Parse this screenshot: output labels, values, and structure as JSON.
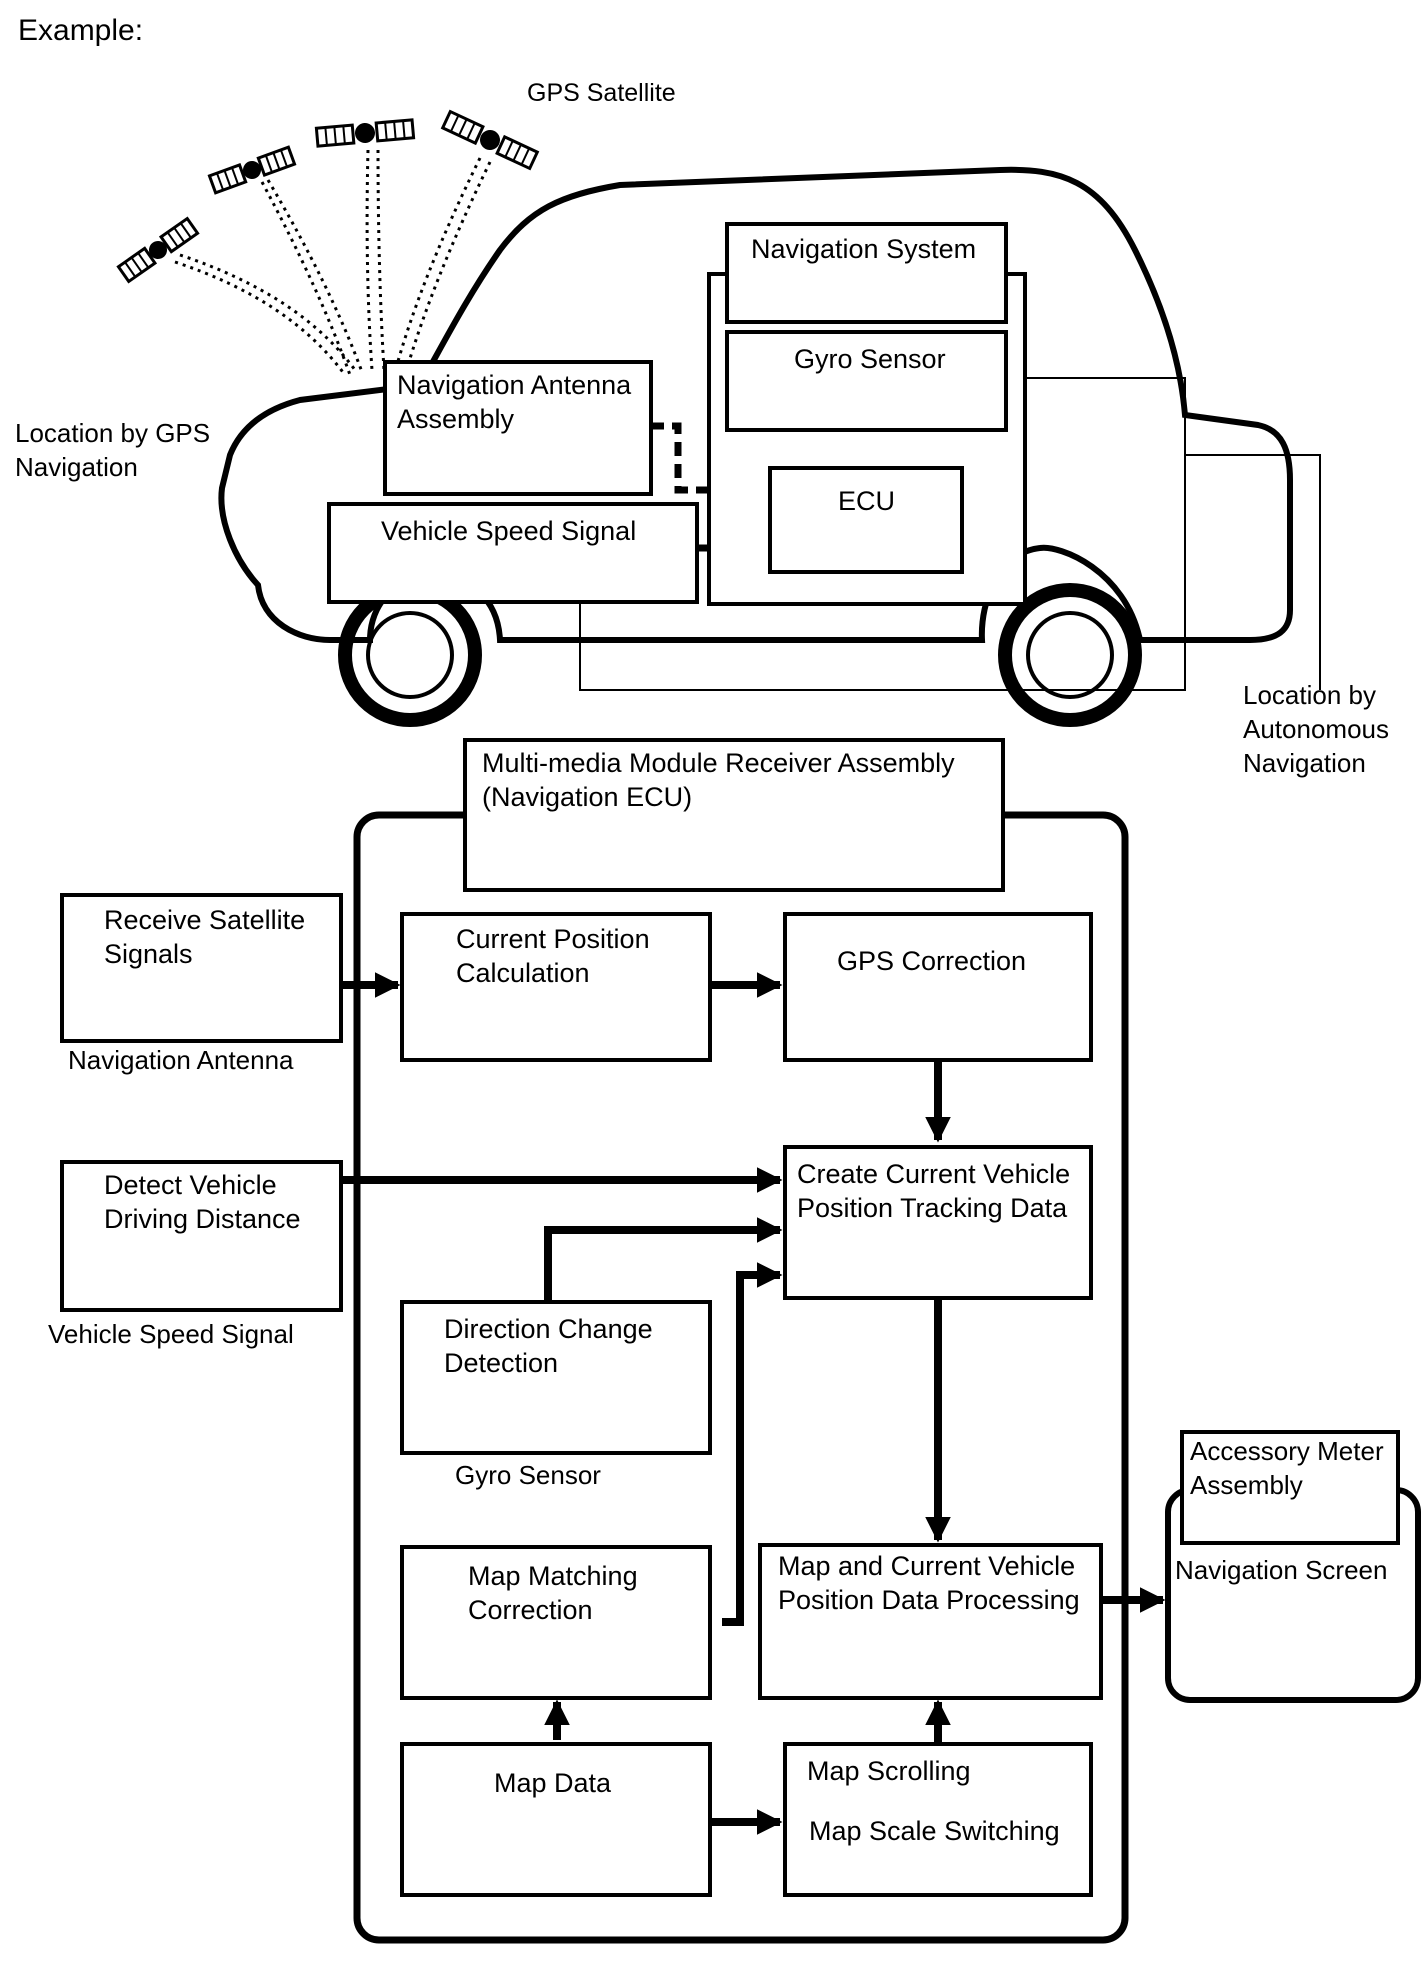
{
  "heading": "Example:",
  "top": {
    "gps_satellite": "GPS Satellite",
    "location_gps": "Location by GPS\nNavigation",
    "location_autonomous": "Location by\nAutonomous\nNavigation",
    "navigation_system": "Navigation System",
    "gyro_sensor": "Gyro Sensor",
    "ecu": "ECU",
    "nav_antenna_assembly": "Navigation Antenna\nAssembly",
    "vehicle_speed_signal": "Vehicle Speed Signal"
  },
  "bottom": {
    "receiver_assembly": "Multi-media Module Receiver Assembly\n(Navigation ECU)",
    "receive_satellite": "Receive Satellite\nSignals",
    "nav_antenna_caption": "Navigation Antenna",
    "detect_distance": "Detect Vehicle\nDriving Distance",
    "speed_signal_caption": "Vehicle Speed Signal",
    "current_position": "Current Position\nCalculation",
    "gps_correction": "GPS Correction",
    "create_tracking": "Create Current Vehicle\nPosition Tracking Data",
    "direction_change": "Direction Change\nDetection",
    "gyro_caption": "Gyro Sensor",
    "map_matching": "Map Matching\nCorrection",
    "map_processing": "Map and Current Vehicle\nPosition Data Processing",
    "map_data": "Map Data",
    "map_scrolling": "Map Scrolling",
    "map_scale": "Map Scale Switching",
    "accessory_meter": "Accessory Meter\nAssembly",
    "navigation_screen": "Navigation Screen"
  }
}
